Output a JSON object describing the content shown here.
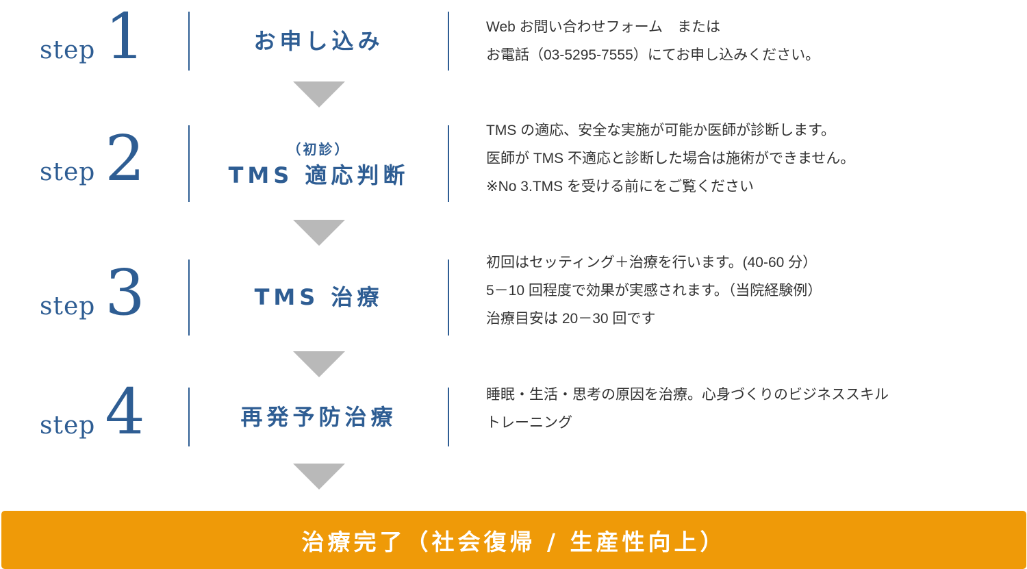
{
  "steps": [
    {
      "word": "step",
      "number": "1",
      "title_sub": "",
      "title": "お申し込み",
      "lines": [
        "Web お問い合わせフォーム　または",
        "お電話（03-5295-7555）にてお申し込みください。"
      ]
    },
    {
      "word": "step",
      "number": "2",
      "title_sub": "（初診）",
      "title": "TMS 適応判断",
      "lines": [
        "TMS の適応、安全な実施が可能か医師が診断します。",
        "医師が TMS 不適応と診断した場合は施術ができません。",
        "※No 3.TMS を受ける前にをご覧ください"
      ]
    },
    {
      "word": "step",
      "number": "3",
      "title_sub": "",
      "title": "TMS 治療",
      "lines": [
        "初回はセッティング＋治療を行います。(40-60 分）",
        "5－10 回程度で効果が実感されます。（当院経験例）",
        "治療目安は 20－30 回です"
      ]
    },
    {
      "word": "step",
      "number": "4",
      "title_sub": "",
      "title": "再発予防治療",
      "lines": [
        "睡眠・生活・思考の原因を治療。心身づくりのビジネススキル",
        "トレーニング"
      ]
    }
  ],
  "final": {
    "label": "治療完了（社会復帰 / 生産性向上）"
  },
  "colors": {
    "accent_blue": "#2e5d93",
    "arrow_gray": "#b9b9b9",
    "final_orange": "#ef9a08",
    "text": "#333333"
  }
}
